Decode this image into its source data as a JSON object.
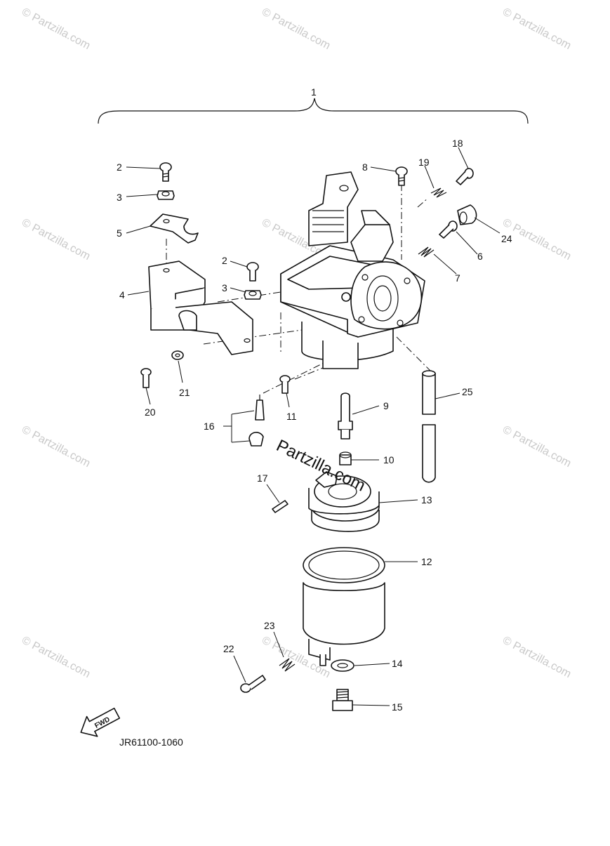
{
  "watermark": "© Partzilla.com",
  "center_watermark": "Partzilla.com",
  "assembly_label": "1",
  "diagram_code": "JR61100-1060",
  "fwd_label": "FWD",
  "callouts": [
    "1",
    "2",
    "3",
    "5",
    "4",
    "2",
    "3",
    "8",
    "19",
    "18",
    "24",
    "6",
    "7",
    "21",
    "20",
    "11",
    "9",
    "25",
    "16",
    "10",
    "17",
    "13",
    "12",
    "23",
    "22",
    "14",
    "15"
  ]
}
